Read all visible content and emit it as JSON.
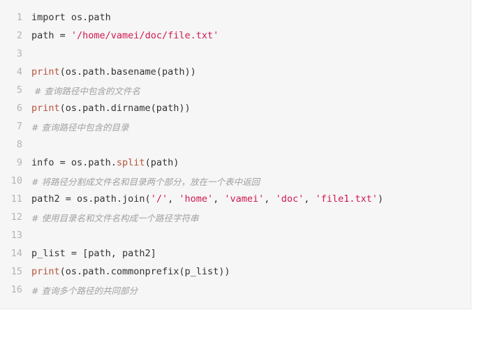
{
  "lines": [
    {
      "n": "1",
      "parts": [
        {
          "t": "import os.path",
          "c": "plain"
        }
      ]
    },
    {
      "n": "2",
      "parts": [
        {
          "t": "path = ",
          "c": "plain"
        },
        {
          "t": "'/home/vamei/doc/file.txt'",
          "c": "str"
        }
      ]
    },
    {
      "n": "3",
      "parts": []
    },
    {
      "n": "4",
      "parts": [
        {
          "t": "print",
          "c": "fn-builtin"
        },
        {
          "t": "(os.path.basename(path))",
          "c": "plain"
        }
      ]
    },
    {
      "n": "5",
      "parts": [
        {
          "t": " # 查询路径中包含的文件名",
          "c": "cmt"
        }
      ]
    },
    {
      "n": "6",
      "parts": [
        {
          "t": "print",
          "c": "fn-builtin"
        },
        {
          "t": "(os.path.dirname(path))",
          "c": "plain"
        }
      ]
    },
    {
      "n": "7",
      "parts": [
        {
          "t": "# 查询路径中包含的目录",
          "c": "cmt"
        }
      ]
    },
    {
      "n": "8",
      "parts": []
    },
    {
      "n": "9",
      "parts": [
        {
          "t": "info = os.path.",
          "c": "plain"
        },
        {
          "t": "split",
          "c": "method"
        },
        {
          "t": "(path)",
          "c": "plain"
        }
      ]
    },
    {
      "n": "10",
      "parts": [
        {
          "t": "# 将路径分割成文件名和目录两个部分，放在一个表中返回",
          "c": "cmt"
        }
      ]
    },
    {
      "n": "11",
      "parts": [
        {
          "t": "path2 = os.path.join(",
          "c": "plain"
        },
        {
          "t": "'/'",
          "c": "str"
        },
        {
          "t": ", ",
          "c": "plain"
        },
        {
          "t": "'home'",
          "c": "str"
        },
        {
          "t": ", ",
          "c": "plain"
        },
        {
          "t": "'vamei'",
          "c": "str"
        },
        {
          "t": ", ",
          "c": "plain"
        },
        {
          "t": "'doc'",
          "c": "str"
        },
        {
          "t": ", ",
          "c": "plain"
        },
        {
          "t": "'file1.txt'",
          "c": "str"
        },
        {
          "t": ")",
          "c": "plain"
        }
      ]
    },
    {
      "n": "12",
      "parts": [
        {
          "t": "# 使用目录名和文件名构成一个路径字符串",
          "c": "cmt"
        }
      ]
    },
    {
      "n": "13",
      "parts": []
    },
    {
      "n": "14",
      "parts": [
        {
          "t": "p_list = [path, path2]",
          "c": "plain"
        }
      ]
    },
    {
      "n": "15",
      "parts": [
        {
          "t": "print",
          "c": "fn-builtin"
        },
        {
          "t": "(os.path.commonprefix(p_list))",
          "c": "plain"
        }
      ]
    },
    {
      "n": "16",
      "parts": [
        {
          "t": "# 查询多个路径的共同部分",
          "c": "cmt"
        }
      ]
    }
  ],
  "colors": {
    "background": "#f6f6f6",
    "line_number": "#b3b3b3",
    "string": "#d0184f",
    "builtin": "#b5543a",
    "comment": "#a0a0a0",
    "text": "#333333"
  }
}
